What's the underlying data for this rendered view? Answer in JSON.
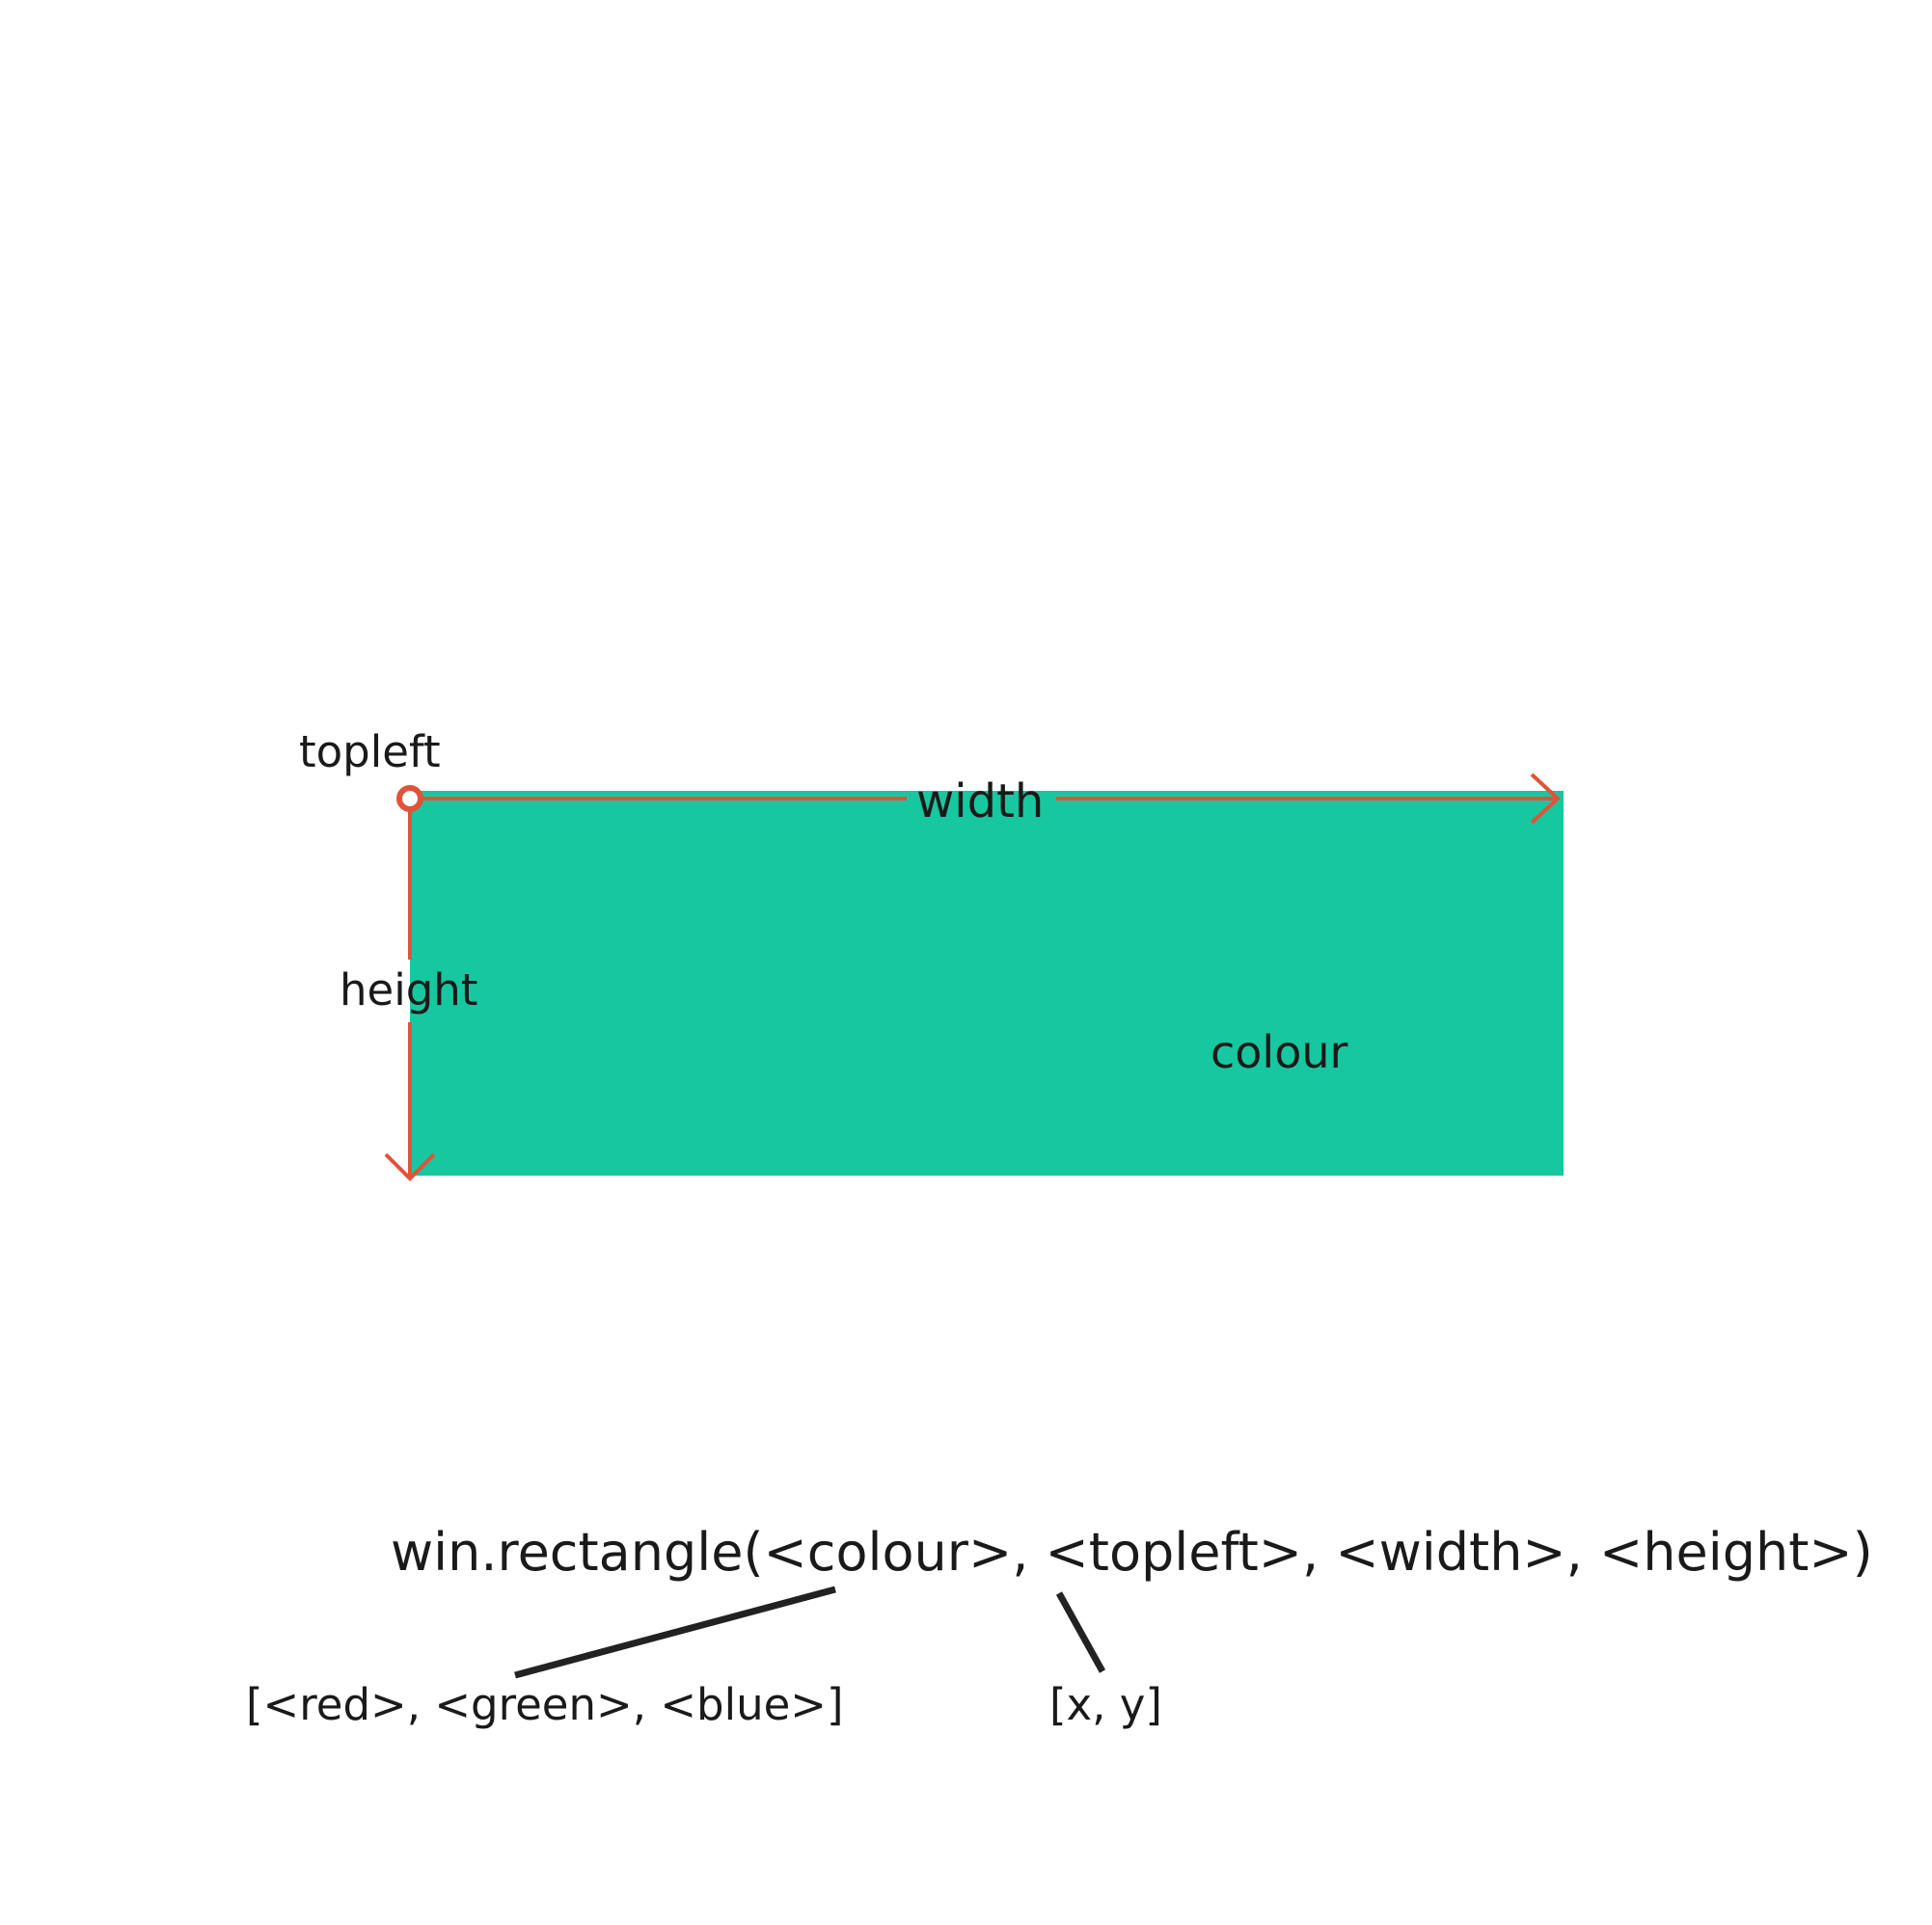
{
  "diagram": {
    "labels": {
      "topleft": "topleft",
      "width": "width",
      "height": "height",
      "colour": "colour"
    },
    "code": "win.rectangle(<colour>, <topleft>, <width>, <height>)",
    "annotations": {
      "colour_format": "[<red>, <green>, <blue>]",
      "topleft_format": "[x, y]"
    },
    "colors": {
      "rectangle_fill": "#17c79f",
      "arrow": "#e0533a",
      "connector": "#222222",
      "text": "#1a1a1a"
    }
  }
}
